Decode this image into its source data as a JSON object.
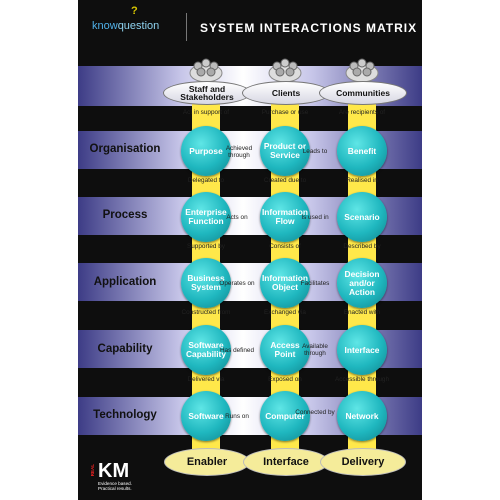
{
  "header": {
    "logo_know": "know",
    "logo_question": "question",
    "logo_mark": "?",
    "title": "SYSTEM INTERACTIONS MATRIX"
  },
  "columns": [
    {
      "label": "Staff and Stakeholders"
    },
    {
      "label": "Clients"
    },
    {
      "label": "Communities"
    }
  ],
  "top_connectors": [
    "Act in support of",
    "Purchase or use",
    "Are recipients of"
  ],
  "rows": [
    {
      "label": "Organisation",
      "nodes": [
        "Purpose",
        "Product or Service",
        "Benefit"
      ],
      "links": [
        "Achieved through",
        "Leads to"
      ]
    },
    {
      "label": "Process",
      "nodes": [
        "Enterprise Function",
        "Information Flow",
        "Scenario"
      ],
      "links": [
        "Acts on",
        "Is used in"
      ]
    },
    {
      "label": "Application",
      "nodes": [
        "Business System",
        "Information Object",
        "Decision and/or Action"
      ],
      "links": [
        "Operates on",
        "Facilitates"
      ]
    },
    {
      "label": "Capability",
      "nodes": [
        "Software Capability",
        "Access Point",
        "Interface"
      ],
      "links": [
        "Has defined",
        "Available through"
      ]
    },
    {
      "label": "Technology",
      "nodes": [
        "Software",
        "Computer",
        "Network"
      ],
      "links": [
        "Runs on",
        "Connected by"
      ]
    }
  ],
  "between_rows": [
    [
      "Delegated to",
      "Created due to",
      "Realised in"
    ],
    [
      "Supported by",
      "Consists of",
      "Described by"
    ],
    [
      "Constructed from",
      "Exchanged via",
      "Enacted with"
    ],
    [
      "Delivered via",
      "Exposed on",
      "Accessible through"
    ]
  ],
  "bottom_labels": [
    "Enabler",
    "Interface",
    "Delivery"
  ],
  "footer": {
    "brand_side": "REAL",
    "brand": "KM",
    "tagline_1": "Evidence based.",
    "tagline_2": "Practical results."
  },
  "colors": {
    "background": "#0e0e0e",
    "band": "#3d3c86",
    "column": "#ffe84a",
    "node": "#1fb7bf",
    "logo_blue": "#4fb0e8"
  }
}
